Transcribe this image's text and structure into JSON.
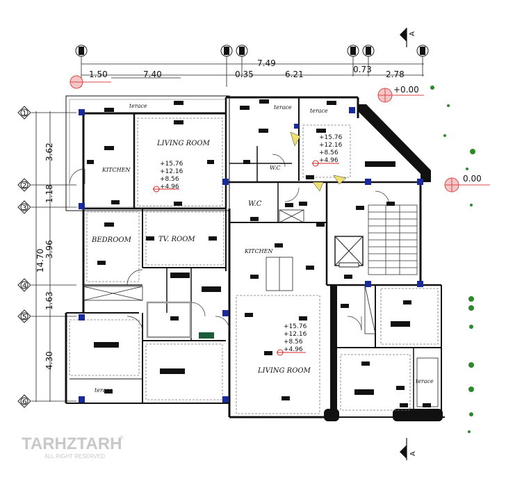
{
  "top_dimensions": {
    "overall": "7.49",
    "segments": [
      "1.50",
      "7.40",
      "0.35",
      "6.21",
      "0.73",
      "2.78"
    ]
  },
  "left_dimensions": {
    "overall": "14.70",
    "segments": [
      "3.62",
      "1.18",
      "3.96",
      "1.63",
      "4.30"
    ]
  },
  "axis_labels": [
    "1",
    "2",
    "3",
    "4",
    "5",
    "6"
  ],
  "section_mark": "A",
  "elevations": {
    "terrace_level": "+0.00",
    "ground_level": "0.00"
  },
  "rooms": {
    "terrace_top": "terace",
    "terrace_top_mid": "terace",
    "terrace_top_right": "terace",
    "kitchen_left": "KITCHEN",
    "living_left": "LIVING ROOM",
    "wc_top": "W.C",
    "wc_mid": "W.C",
    "bedroom": "BEDROOM",
    "tv_room": "TV. ROOM",
    "kitchen_mid": "KITCHEN",
    "living_right": "LIVING ROOM",
    "terrace_bottom": "terace",
    "terrace_bottom_right": "terace"
  },
  "level_tags": {
    "living_left": [
      "+15.76",
      "+12.16",
      "+8.56",
      "+4.96"
    ],
    "small_top": [
      "+15.76",
      "+12.16",
      "+8.56",
      "+4.96"
    ],
    "living_right": [
      "+15.76",
      "+12.16",
      "+8.56",
      "+4.96"
    ]
  },
  "watermark": {
    "brand": "TARHZTARH",
    "tagline": "ALL RIGHT RESERVED",
    "mark": "®"
  }
}
